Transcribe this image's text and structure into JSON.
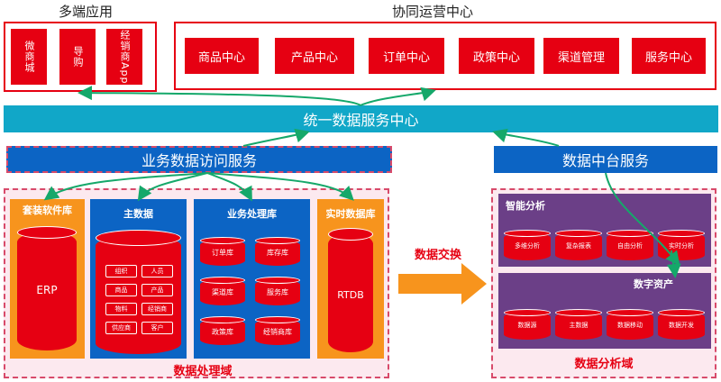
{
  "colors": {
    "red": "#e60012",
    "cyan": "#11a7c8",
    "blue": "#0c64c4",
    "orange": "#f7941d",
    "purple": "#6b3f87"
  },
  "multi_app": {
    "title": "多端应用",
    "items": [
      "微商城",
      "导购",
      "经销商App"
    ]
  },
  "ops_center": {
    "title": "协同运营中心",
    "items": [
      "商品中心",
      "产品中心",
      "订单中心",
      "政策中心",
      "渠道管理",
      "服务中心"
    ]
  },
  "unified": {
    "label": "统一数据服务中心"
  },
  "access": {
    "label": "业务数据访问服务"
  },
  "middle": {
    "label": "数据中台服务"
  },
  "processing": {
    "caption": "数据处理域",
    "package": {
      "title": "套装软件库",
      "db": "ERP"
    },
    "master": {
      "title": "主数据",
      "items": [
        "组织",
        "人员",
        "商品",
        "产品",
        "物料",
        "经销商",
        "供应商",
        "客户"
      ]
    },
    "business": {
      "title": "业务处理库",
      "items": [
        "订单库",
        "库存库",
        "渠道库",
        "服务库",
        "政策库",
        "经销商库"
      ]
    },
    "realtime": {
      "title": "实时数据库",
      "db": "RTDB"
    }
  },
  "exchange": {
    "label": "数据交换"
  },
  "analysis": {
    "caption": "数据分析域",
    "smart": {
      "title": "智能分析",
      "items": [
        "多维分析",
        "复杂报表",
        "自由分析",
        "实时分析"
      ]
    },
    "assets": {
      "title": "数字资产",
      "items": [
        "数据源",
        "主数据",
        "数据移动",
        "数据开发"
      ]
    }
  }
}
